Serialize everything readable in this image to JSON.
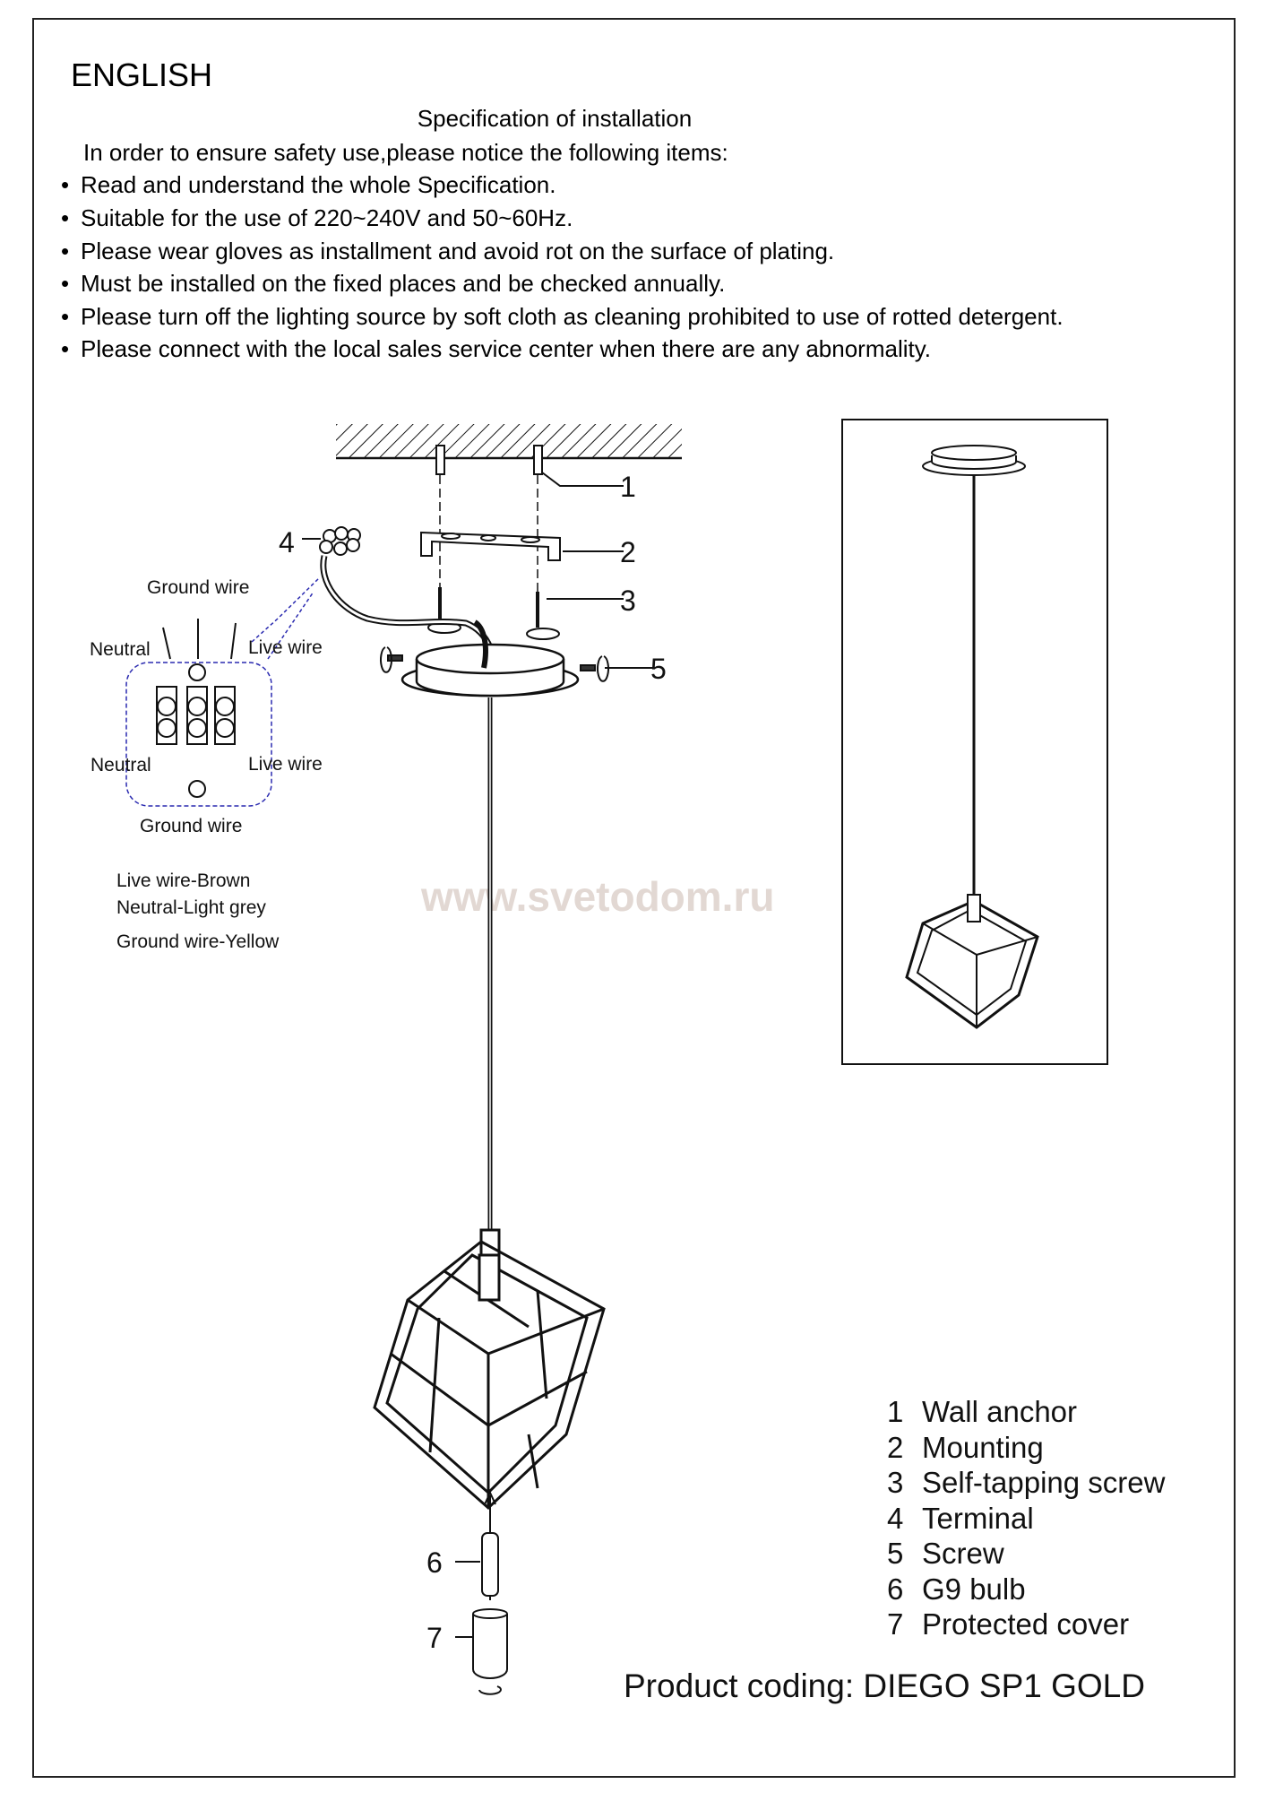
{
  "header": {
    "language": "ENGLISH",
    "title": "Specification of installation",
    "intro": "In order to ensure safety use,please notice the following items:"
  },
  "notices": [
    "Read and understand the whole Specification.",
    "Suitable for the use of 220~240V and 50~60Hz.",
    "Please wear gloves as installment and avoid rot on the surface of plating.",
    "Must be installed on the fixed places and be checked annually.",
    "Please turn off the lighting source by soft cloth as cleaning prohibited to use of rotted detergent.",
    "Please connect with the local sales service center when there are any abnormality."
  ],
  "wiring": {
    "ground_top": "Ground wire",
    "neutral_top": "Neutral",
    "live_top": "Live wire",
    "neutral_bottom": "Neutral",
    "live_bottom": "Live wire",
    "ground_bottom": "Ground wire",
    "colors": [
      "Live wire-Brown",
      "Neutral-Light grey",
      "Ground wire-Yellow"
    ],
    "box_color": "#2a2ab0"
  },
  "callouts": [
    "1",
    "2",
    "3",
    "4",
    "5",
    "6",
    "7"
  ],
  "parts": [
    {
      "num": "1",
      "name": "Wall anchor"
    },
    {
      "num": "2",
      "name": "Mounting"
    },
    {
      "num": "3",
      "name": "Self-tapping screw"
    },
    {
      "num": "4",
      "name": "Terminal"
    },
    {
      "num": "5",
      "name": "Screw"
    },
    {
      "num": "6",
      "name": "G9 bulb"
    },
    {
      "num": "7",
      "name": "Protected cover"
    }
  ],
  "product_coding": "Product coding: DIEGO SP1 GOLD",
  "watermark": "www.svetodom.ru"
}
